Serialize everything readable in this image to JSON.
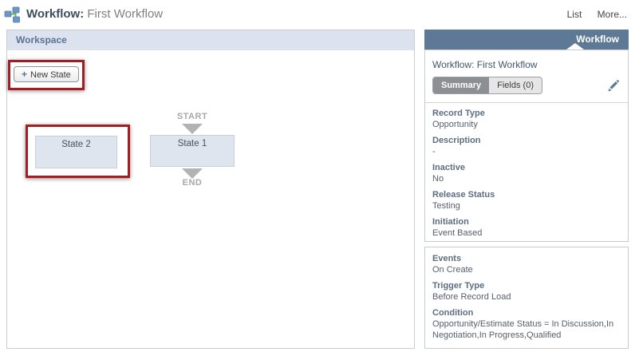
{
  "header": {
    "title_label": "Workflow:",
    "title_value": "First Workflow",
    "links": [
      {
        "label": "List"
      },
      {
        "label": "More..."
      }
    ]
  },
  "workspace": {
    "title": "Workspace",
    "new_state_button": {
      "plus": "+",
      "label": "New State"
    },
    "diagram": {
      "start_label": "START",
      "end_label": "END",
      "states": [
        {
          "name": "State 1"
        },
        {
          "name": "State 2"
        }
      ]
    }
  },
  "panel": {
    "title": "Workflow",
    "subtitle": "Workflow: First Workflow",
    "tabs": [
      {
        "label": "Summary",
        "active": true
      },
      {
        "label": "Fields (0)",
        "active": false
      }
    ],
    "sections": [
      {
        "fields": [
          {
            "label": "Record Type",
            "value": "Opportunity"
          },
          {
            "label": "Description",
            "value": "-"
          },
          {
            "label": "Inactive",
            "value": "No"
          },
          {
            "label": "Release Status",
            "value": "Testing"
          },
          {
            "label": "Initiation",
            "value": "Event Based"
          }
        ]
      },
      {
        "fields": [
          {
            "label": "Events",
            "value": "On Create"
          },
          {
            "label": "Trigger Type",
            "value": "Before Record Load"
          },
          {
            "label": "Condition",
            "value": "Opportunity/Estimate Status = In Discussion,In Negotiation,In Progress,Qualified"
          }
        ]
      }
    ]
  },
  "colors": {
    "panel_header": "#5e7995",
    "workspace_header_bg": "#dce3ee",
    "annotation_red": "#a21e22",
    "state_box_fill": "#dfe5ef",
    "active_tab": "#8d9093",
    "icon_blue": "#6e95c9",
    "icon_green": "#76b043"
  }
}
